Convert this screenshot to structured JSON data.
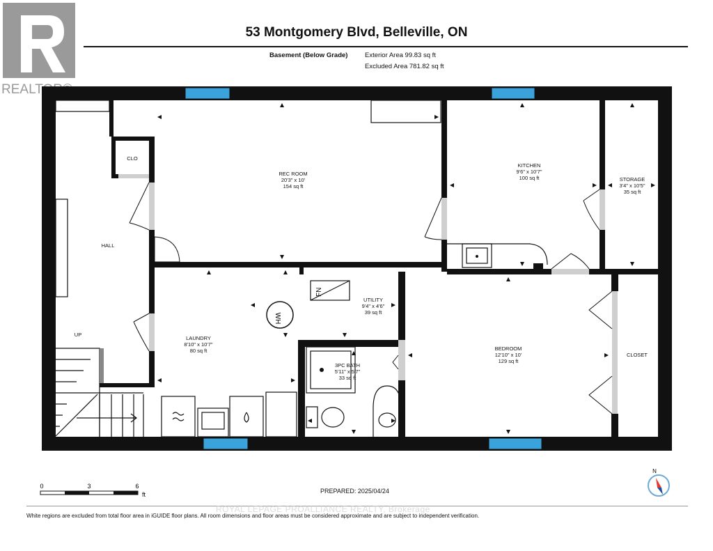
{
  "header": {
    "title": "53 Montgomery Blvd, Belleville, ON",
    "level_name": "Basement (Below Grade)",
    "exterior_area": "Exterior Area 99.83 sq ft",
    "excluded_area": "Excluded Area 781.82 sq ft"
  },
  "logo": {
    "icon": "realtor-r-logo",
    "text": "REALTOR®"
  },
  "rooms": {
    "rec_room": {
      "name": "REC ROOM",
      "dims": "20'3\" x 10'",
      "area": "154 sq ft"
    },
    "kitchen": {
      "name": "KITCHEN",
      "dims": "9'6\" x 10'7\"",
      "area": "100 sq ft"
    },
    "storage": {
      "name": "STORAGE",
      "dims": "3'4\" x 10'5\"",
      "area": "35 sq ft"
    },
    "clo": {
      "name": "CLO"
    },
    "hall": {
      "name": "HALL"
    },
    "up": {
      "name": "UP"
    },
    "utility": {
      "name": "UTILITY",
      "dims": "9'4\" x 4'6\"",
      "area": "39 sq ft"
    },
    "laundry": {
      "name": "LAUNDRY",
      "dims": "8'10\" x 10'7\"",
      "area": "80 sq ft"
    },
    "bath": {
      "name": "3PC BATH",
      "dims": "5'11\" x 5'7\"",
      "area": "33 sq ft"
    },
    "bedroom": {
      "name": "BEDROOM",
      "dims": "12'10\" x 10'",
      "area": "129 sq ft"
    },
    "closet": {
      "name": "CLOSET"
    }
  },
  "fixtures": {
    "water_heater": "WH",
    "furnace": "FN"
  },
  "scale": {
    "labels": [
      "0",
      "3",
      "6"
    ],
    "unit": "ft"
  },
  "compass": {
    "label": "N",
    "icon": "compass-icon"
  },
  "footer": {
    "prepared": "PREPARED: 2025/04/24",
    "disclaimer": "White regions are excluded from total floor area in iGUIDE floor plans. All room dimensions and floor areas must be considered approximate and are subject to independent verification.",
    "watermark": "ROYAL LEPAGE PROALLIANCE REALTY, Brokerage"
  },
  "colors": {
    "wall": "#111111",
    "window": "#3ba3db",
    "compass_red": "#e53935"
  }
}
